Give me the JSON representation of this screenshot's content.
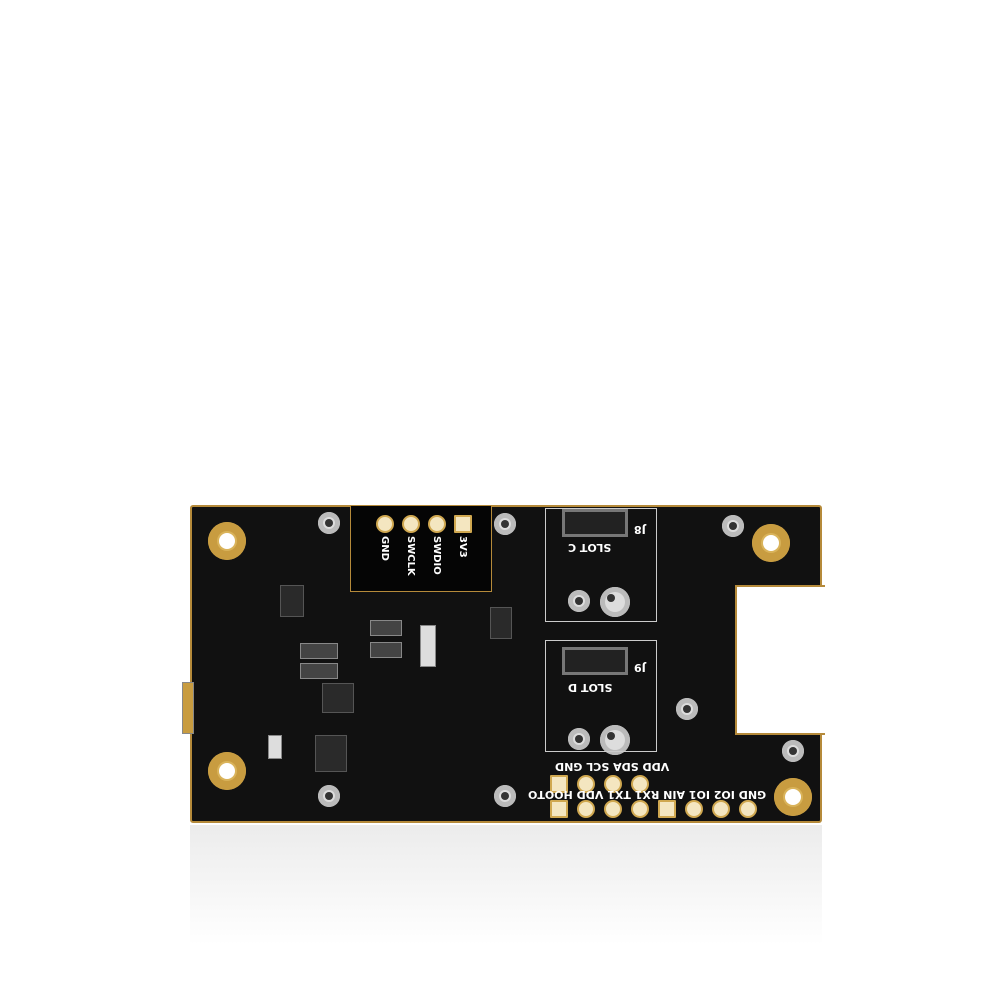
{
  "board": {
    "swd_header": [
      "GND",
      "SWCLK",
      "SWDIO",
      "3V3"
    ],
    "slots": [
      {
        "label": "SLOT C",
        "ref": "J8"
      },
      {
        "label": "SLOT D",
        "ref": "J9"
      }
    ],
    "top_row": [
      "VDD",
      "SDA",
      "SCL",
      "GND"
    ],
    "bottom_row": [
      "GND",
      "IO2",
      "IO1",
      "AIN",
      "RX1",
      "TX1",
      "VDD",
      "HOOTO"
    ]
  }
}
